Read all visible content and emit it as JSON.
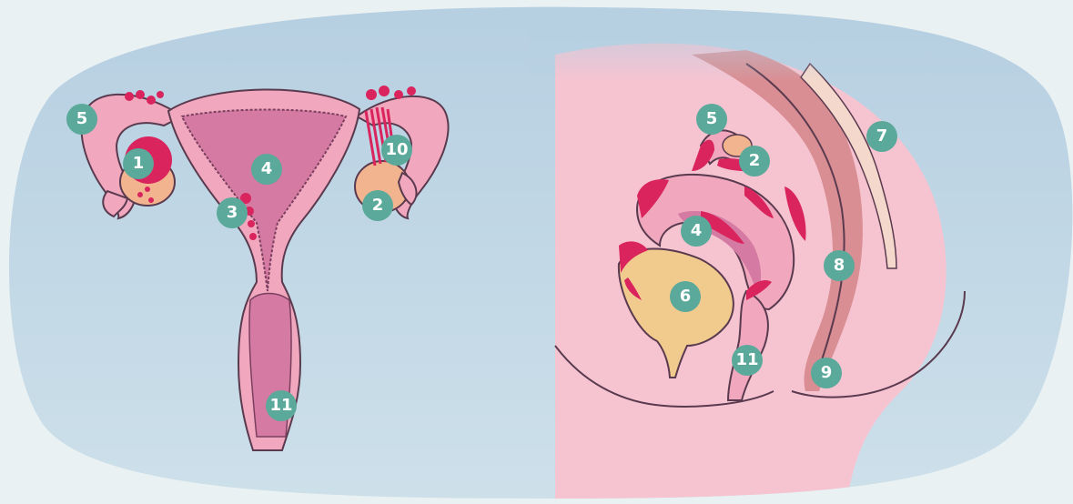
{
  "colors": {
    "background": "#e9f1f3",
    "backdrop": "#b6cfe1",
    "tissue": "#f1a8be",
    "tissue_light": "#f6c4d1",
    "uterine_cavity": "#d57aa2",
    "outline": "#5a3a4e",
    "lesion": "#d9245e",
    "ovary": "#f2b48f",
    "bladder": "#f1cb8e",
    "rectum": "#d98e93",
    "spine": "#f4d8cc",
    "badge": "#5aa99b"
  },
  "front_view": {
    "labels": {
      "ovary_lesion": "1",
      "ovary": "2",
      "uterus_surface": "3",
      "uterus": "4",
      "fallopian_tube": "5",
      "adhesions": "10",
      "vagina": "11"
    }
  },
  "side_view": {
    "labels": {
      "fallopian_tube": "5",
      "ovary": "2",
      "spine": "7",
      "uterus": "4",
      "rectum": "8",
      "bladder": "6",
      "vagina": "11",
      "anus": "9"
    }
  }
}
